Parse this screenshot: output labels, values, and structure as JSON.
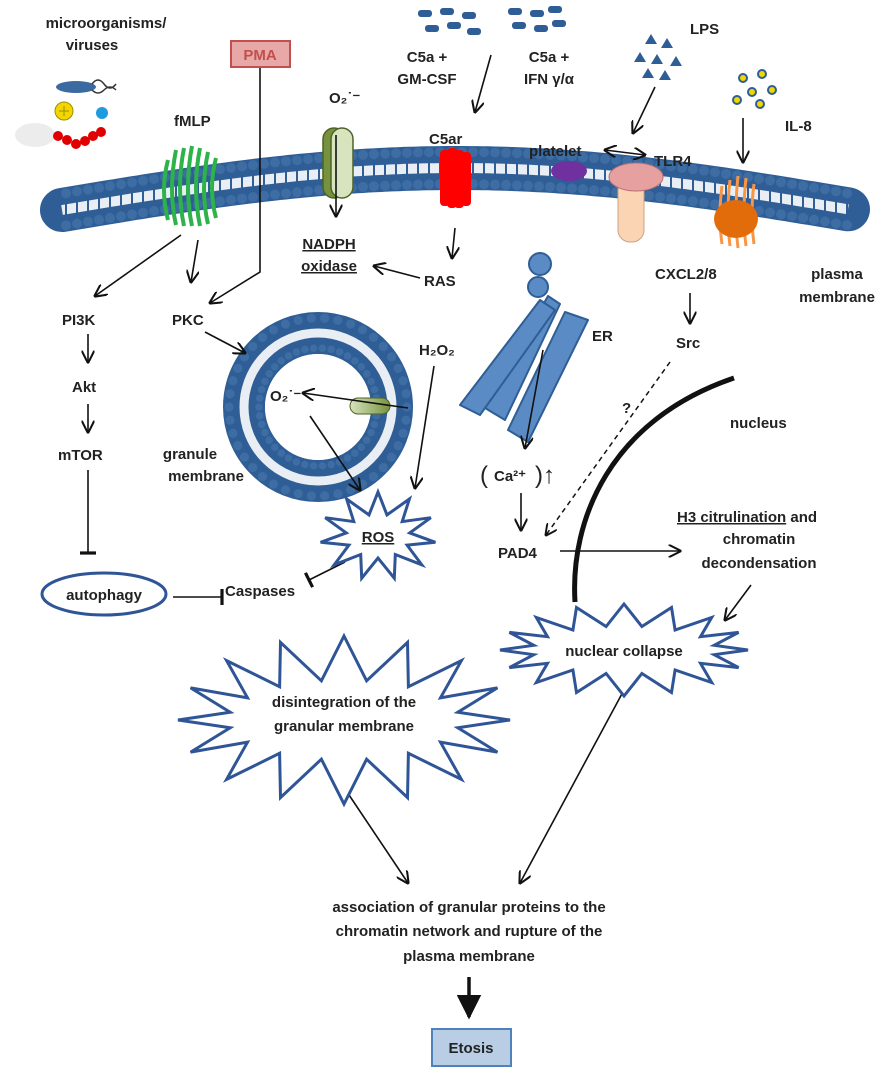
{
  "labels": {
    "microorganisms": "microorganisms/",
    "viruses": "viruses",
    "pma": "PMA",
    "c5a_gmcsf_1": "C5a +",
    "c5a_gmcsf_2": "GM-CSF",
    "c5a_ifn_1": "C5a +",
    "c5a_ifn_2": "IFN γ/α",
    "lps": "LPS",
    "il8": "IL-8",
    "fmlp": "fMLP",
    "o2_top": "O₂˙⁻",
    "c5ar": "C5ar",
    "platelet": "platelet",
    "tlr4": "TLR4",
    "nadph_1": "NADPH",
    "nadph_2": "oxidase",
    "ras": "RAS",
    "cxcl": "CXCL2/8",
    "plasma_1": "plasma",
    "plasma_2": "membrane",
    "pi3k": "PI3K",
    "pkc": "PKC",
    "h2o2": "H₂O₂",
    "er": "ER",
    "src": "Src",
    "akt": "Akt",
    "o2_granule": "O₂˙⁻",
    "question": "?",
    "nucleus": "nucleus",
    "mtor": "mTOR",
    "granule_1": "granule",
    "granule_2": "membrane",
    "calcium": "Ca²⁺",
    "ros": "ROS",
    "h3_1": "H3 citrulination",
    "h3_1b": " and",
    "h3_2": "chromatin",
    "h3_3": "decondensation",
    "pad4": "PAD4",
    "autophagy": "autophagy",
    "caspases": "Caspases",
    "nuclear_collapse": "nuclear collapse",
    "disint_1": "disintegration of the",
    "disint_2": "granular membrane",
    "assoc_1": "association of granular proteins to the",
    "assoc_2": "chromatin network and rupture of the",
    "assoc_3": "plasma membrane",
    "etosis": "Etosis"
  },
  "colors": {
    "membrane_blue": "#2f5e96",
    "membrane_light": "#e9eef5",
    "er_blue": "#5b8bc4",
    "pma_fill": "#e8a8a8",
    "pma_text": "#c0504d",
    "fmlp_green": "#2db34a",
    "c5ar_red": "#ff0000",
    "oxidase_olive": "#76923c",
    "platelet_purple": "#7030a0",
    "tlr4_pink": "#e6a0a0",
    "tlr4_peach": "#fbd4b4",
    "il8_orange": "#e36c0a",
    "burst_border": "#2f5597",
    "etosis_fill": "#b9cde5",
    "etosis_border": "#4f81bd"
  }
}
